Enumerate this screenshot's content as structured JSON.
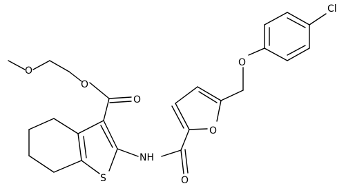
{
  "structure": {
    "atom_labels": {
      "chlorine": "Cl",
      "ether_o_aryl": "O",
      "furan_o": "O",
      "amide_o": "O",
      "nh": "NH",
      "thiophene_s": "S",
      "ester_carbonyl_o": "O",
      "ester_o": "O",
      "methoxy_o": "O"
    },
    "colors": {
      "bond": "#000000",
      "text": "#000000",
      "background": "#ffffff"
    }
  }
}
